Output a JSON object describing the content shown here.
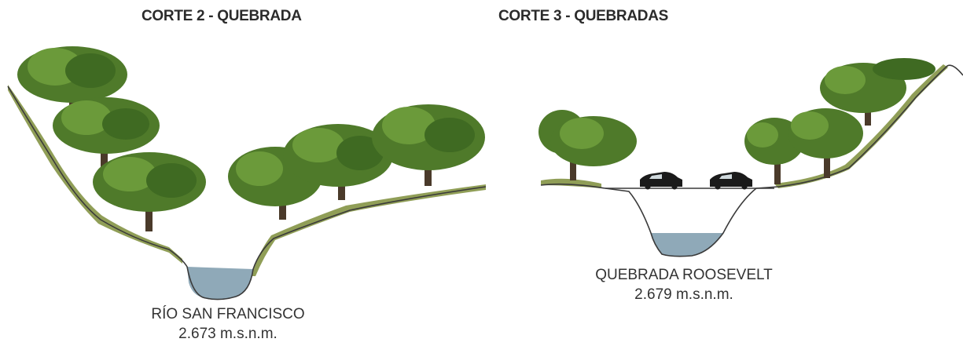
{
  "sections": [
    {
      "title": "CORTE 2 - QUEBRADA",
      "water_name": "RÍO SAN FRANCISCO",
      "elevation": "2.673 m.s.n.m."
    },
    {
      "title": "CORTE 3 - QUEBRADAS",
      "water_name": "QUEBRADA ROOSEVELT",
      "elevation": "2.679 m.s.n.m."
    }
  ],
  "colors": {
    "water": "#8fa9b8",
    "ground_line": "#3a3a3a",
    "grass": "#7d8d3a",
    "tree_canopy": "#4f7a2a",
    "tree_trunk": "#4a3a2a",
    "car": "#1a1a1a"
  }
}
